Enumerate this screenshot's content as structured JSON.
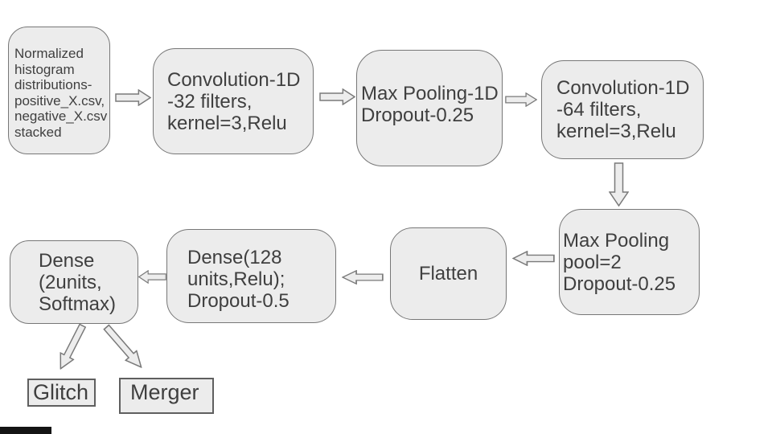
{
  "diagram": {
    "kind": "cnn-architecture-flowchart",
    "colors": {
      "background": "#ffffff",
      "box_fill": "#ececec",
      "box_border": "#777777",
      "end_box_border": "#5f5f5f",
      "arrow_fill": "#ededed",
      "arrow_border": "#7a7a7a",
      "text": "#3f3f3f",
      "bottom_bar": "#141414"
    },
    "nodes": {
      "input": {
        "text": "Normalized\nhistogram\ndistributions-\npositive_X.csv,\nnegative_X.csv\nstacked"
      },
      "conv1": {
        "text": "Convolution-1D\n-32 filters,\nkernel=3,Relu"
      },
      "pool1": {
        "text": "Max Pooling-1D\nDropout-0.25"
      },
      "conv2": {
        "text": "Convolution-1D\n-64 filters,\nkernel=3,Relu"
      },
      "pool2": {
        "text": "Max Pooling\npool=2\nDropout-0.25"
      },
      "flatten": {
        "text": "Flatten"
      },
      "dense1": {
        "text": "Dense(128\nunits,Relu);\nDropout-0.5"
      },
      "dense2": {
        "text": "Dense\n(2units,\nSoftmax)"
      },
      "glitch": {
        "text": "Glitch"
      },
      "merger": {
        "text": "Merger"
      }
    },
    "arrows": [
      {
        "name": "input-to-conv1",
        "direction": "right"
      },
      {
        "name": "conv1-to-pool1",
        "direction": "right"
      },
      {
        "name": "pool1-to-conv2",
        "direction": "right"
      },
      {
        "name": "conv2-to-pool2",
        "direction": "down"
      },
      {
        "name": "pool2-to-flatten",
        "direction": "left"
      },
      {
        "name": "flatten-to-dense1",
        "direction": "left"
      },
      {
        "name": "dense1-to-dense2",
        "direction": "left"
      },
      {
        "name": "dense2-to-glitch",
        "direction": "down-left"
      },
      {
        "name": "dense2-to-merger",
        "direction": "down-right"
      }
    ]
  }
}
